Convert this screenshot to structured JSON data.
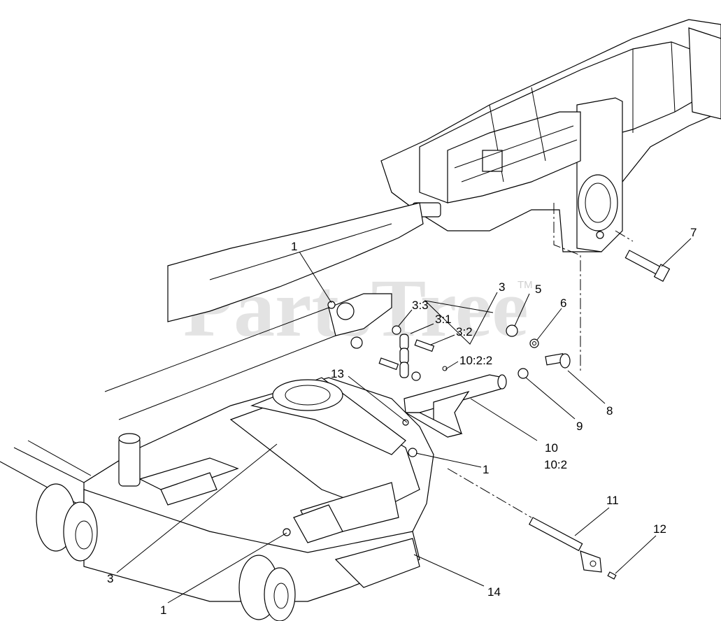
{
  "watermark": {
    "text": "PartsTree",
    "trademark": "TM"
  },
  "callouts": [
    {
      "id": "c1a",
      "text": "1"
    },
    {
      "id": "c3a",
      "text": "3"
    },
    {
      "id": "c5",
      "text": "5"
    },
    {
      "id": "c6",
      "text": "6"
    },
    {
      "id": "c7",
      "text": "7"
    },
    {
      "id": "c33",
      "text": "3:3"
    },
    {
      "id": "c31",
      "text": "3:1"
    },
    {
      "id": "c32",
      "text": "3:2"
    },
    {
      "id": "c1022",
      "text": "10:2:2"
    },
    {
      "id": "c13",
      "text": "13"
    },
    {
      "id": "c8",
      "text": "8"
    },
    {
      "id": "c9",
      "text": "9"
    },
    {
      "id": "c10",
      "text": "10"
    },
    {
      "id": "c102",
      "text": "10:2"
    },
    {
      "id": "c1b",
      "text": "1"
    },
    {
      "id": "c11",
      "text": "11"
    },
    {
      "id": "c12",
      "text": "12"
    },
    {
      "id": "c3b",
      "text": "3"
    },
    {
      "id": "c14",
      "text": "14"
    },
    {
      "id": "c1c",
      "text": "1"
    }
  ]
}
